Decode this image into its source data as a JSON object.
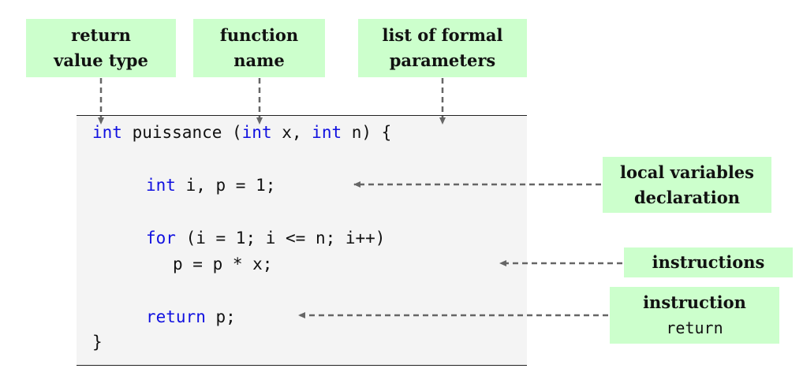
{
  "labels": {
    "return_type": [
      "return",
      "value type"
    ],
    "function_name": [
      "function",
      "name"
    ],
    "formal_params": [
      "list of formal",
      "parameters"
    ],
    "local_vars": [
      "local variables",
      "declaration"
    ],
    "instructions": "instructions",
    "instruction_return": [
      "instruction",
      "return"
    ]
  },
  "code": {
    "line1": {
      "kw1": "int",
      "name": " puissance (",
      "kw2": "int",
      "mid": " x, ",
      "kw3": "int",
      "end": " n) {"
    },
    "line2": {
      "kw": "int",
      "rest": " i, p = 1;"
    },
    "line3": {
      "kw": "for",
      "rest": " (i = 1; i <= n; i++)"
    },
    "line4": "p = p * x;",
    "line5": {
      "kw": "return",
      "rest": " p;"
    },
    "line6": "}"
  },
  "colors": {
    "label_bg": "#ccffcc",
    "code_bg": "#f4f4f4",
    "keyword": "#1010e0",
    "arrow": "#666666"
  }
}
